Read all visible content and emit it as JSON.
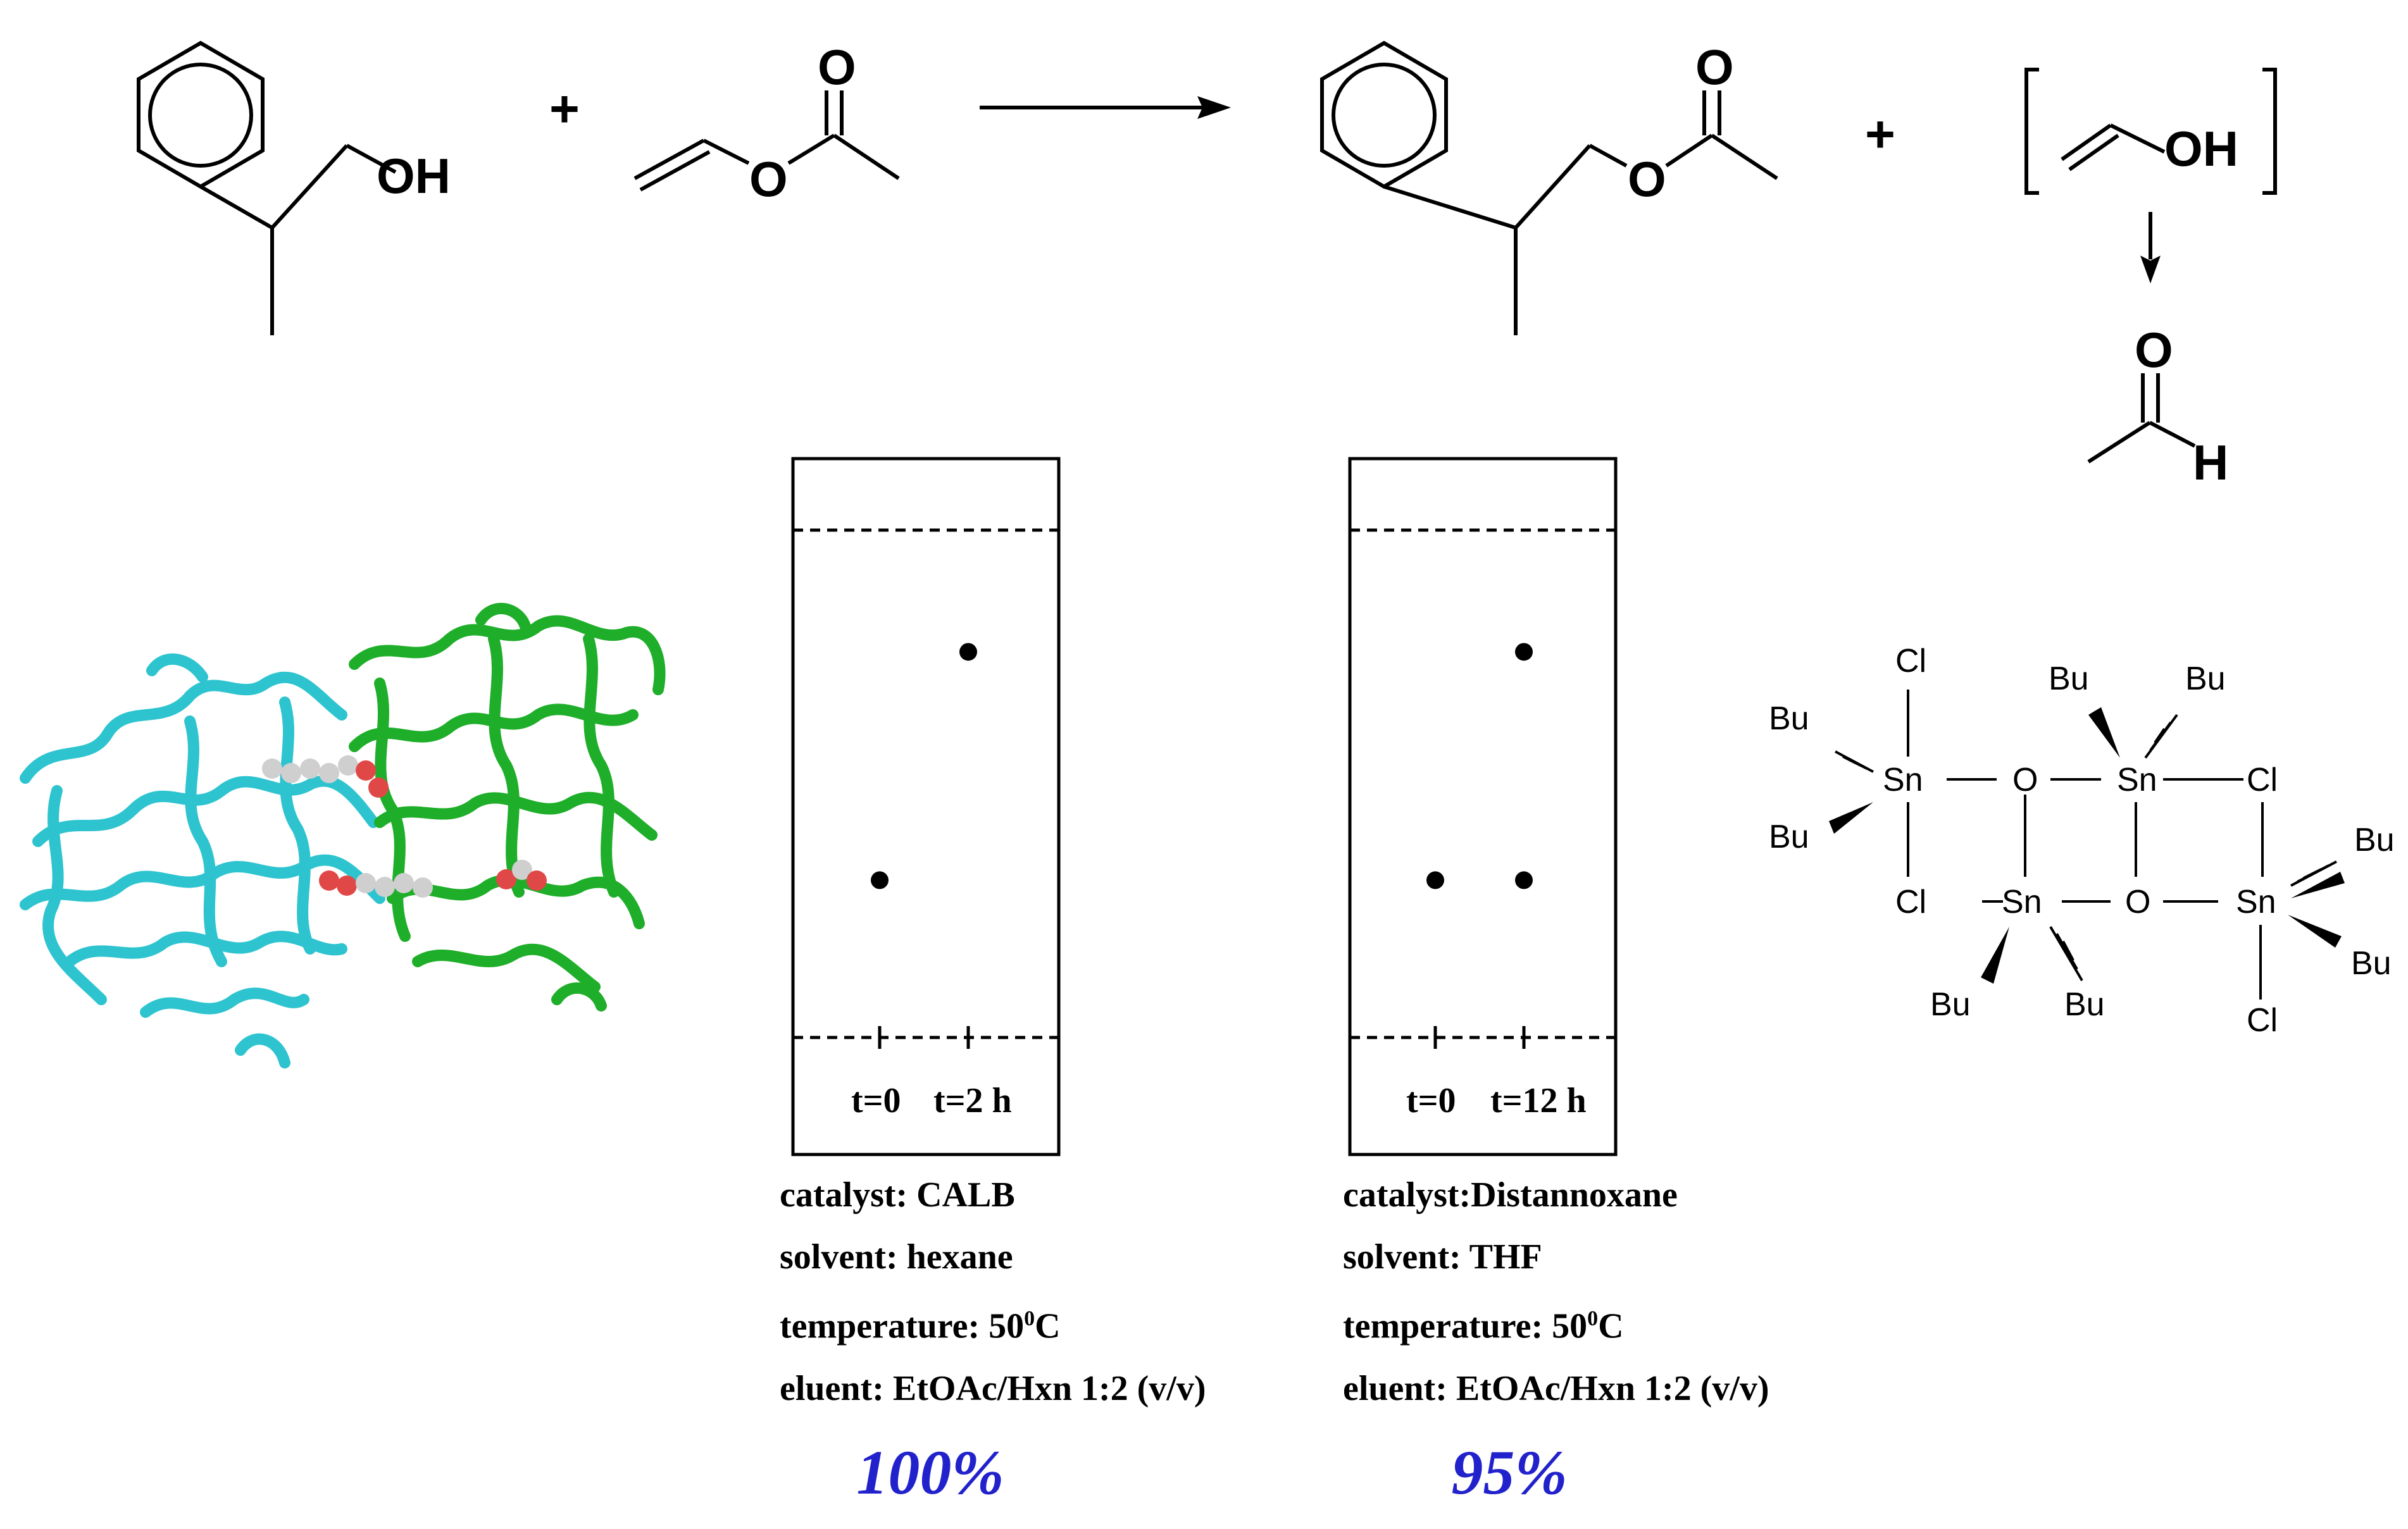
{
  "reaction": {
    "plus_sign": "+",
    "hydroxyl_label": "OH",
    "carbonyl_oxygen_label": "O",
    "ester_oxygen_label": "O",
    "aldehyde_hydrogen_label": "H"
  },
  "tlc_plates": [
    {
      "lane_labels": [
        "t=0",
        "t=2 h"
      ],
      "spot_rf": {
        "lane1": [
          0.31
        ],
        "lane2": [
          0.76
        ]
      },
      "conditions": {
        "catalyst": "catalyst: CALB",
        "solvent": "solvent: hexane",
        "temperature_prefix": "temperature: 50",
        "temperature_sup": "0",
        "temperature_suffix": "C",
        "eluent": "eluent: EtOAc/Hxn 1:2 (v/v)"
      },
      "yield": "100%"
    },
    {
      "lane_labels": [
        "t=0",
        "t=12 h"
      ],
      "spot_rf": {
        "lane1": [
          0.31
        ],
        "lane2": [
          0.31,
          0.76
        ]
      },
      "conditions": {
        "catalyst": "catalyst:Distannoxane",
        "solvent": "solvent: THF",
        "temperature_prefix": "temperature: 50",
        "temperature_sup": "0",
        "temperature_suffix": "C",
        "eluent": "eluent: EtOAc/Hxn 1:2 (v/v)"
      },
      "yield": "95%"
    }
  ],
  "distannoxane": {
    "tin_label": "Sn",
    "oxygen_label": "O",
    "chlorine_label": "Cl",
    "butyl_label": "Bu"
  },
  "colors": {
    "protein_chain_a": "#2ec4cf",
    "protein_chain_b": "#1fae2a",
    "yield_text": "#2222cc",
    "ligand_carbon": "#cfcfcf",
    "ligand_oxygen": "#e04848"
  }
}
